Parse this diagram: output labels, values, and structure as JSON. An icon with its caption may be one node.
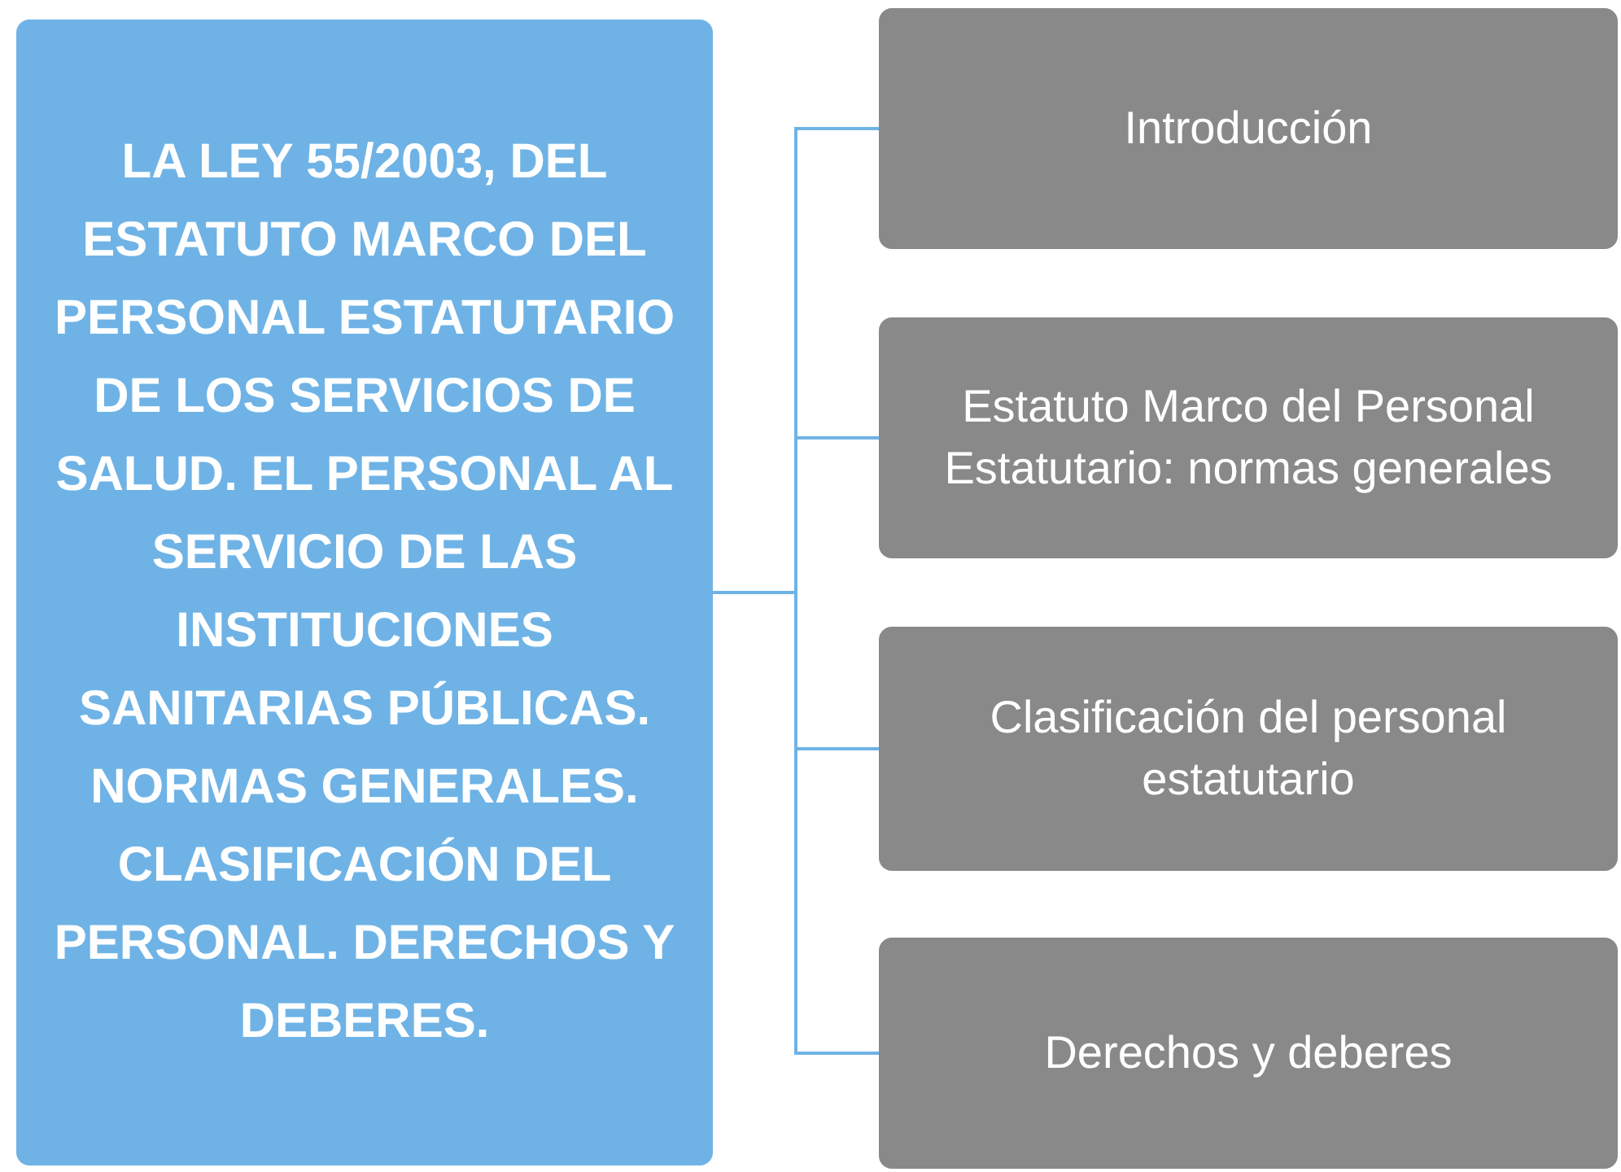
{
  "diagram": {
    "nodes": [
      {
        "text": [
          "LA LEY 55/2003, DEL ESTATUTO MARCO DEL PERSONAL ESTATUTARIO DE LOS SERVICIOS DE SALUD. EL PERSONAL AL SERVICIO DE LAS INSTITUCIONES SANITARIAS PÚBLICAS. NORMAS GENERALES. CLASIFICACIÓN DEL PERSONAL. DERECHOS Y DEBERES."
        ]
      },
      {
        "text": [
          "Introducción"
        ]
      },
      {
        "text": [
          "Estatuto Marco del Personal Estatutario: normas generales"
        ]
      },
      {
        "text": [
          "Clasificación del personal estatutario"
        ]
      },
      {
        "text": [
          "Derechos y deberes"
        ]
      }
    ],
    "edges": [
      {
        "from": 0,
        "to": 1,
        "arrow": "none"
      },
      {
        "from": 0,
        "to": 2,
        "arrow": "none"
      },
      {
        "from": 0,
        "to": 3,
        "arrow": "none"
      },
      {
        "from": 0,
        "to": 4,
        "arrow": "none"
      }
    ]
  }
}
